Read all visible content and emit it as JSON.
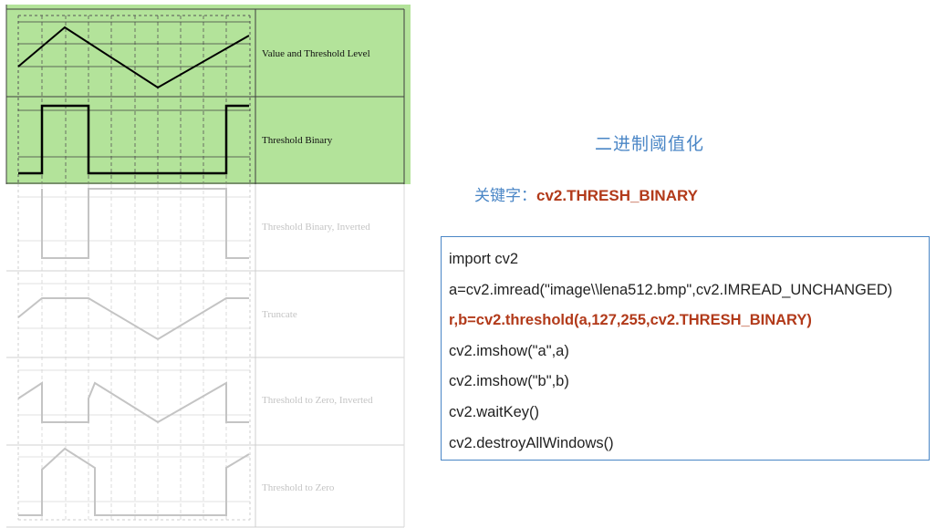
{
  "diagram": {
    "panel_labels": [
      "Value and Threshold Level",
      "Threshold Binary",
      "Threshold Binary, Inverted",
      "Truncate",
      "Threshold to Zero, Inverted",
      "Threshold to Zero"
    ],
    "highlight_color": "#b3e39a",
    "active_line_color": "#000000",
    "faded_line_color": "#c4c4c4"
  },
  "slide": {
    "title": "二进制阈值化",
    "keyword_label": "关键字：",
    "keyword_value": "cv2.THRESH_BINARY",
    "code_lines": [
      "import cv2",
      "a=cv2.imread(\"image\\\\lena512.bmp\",cv2.IMREAD_UNCHANGED)",
      "r,b=cv2.threshold(a,127,255,cv2.THRESH_BINARY)",
      "cv2.imshow(\"a\",a)",
      "cv2.imshow(\"b\",b)",
      "cv2.waitKey()",
      "cv2.destroyAllWindows()"
    ],
    "highlighted_line_index": 2,
    "accent_color": "#4a86c6",
    "highlight_text_color": "#b23a1a"
  }
}
